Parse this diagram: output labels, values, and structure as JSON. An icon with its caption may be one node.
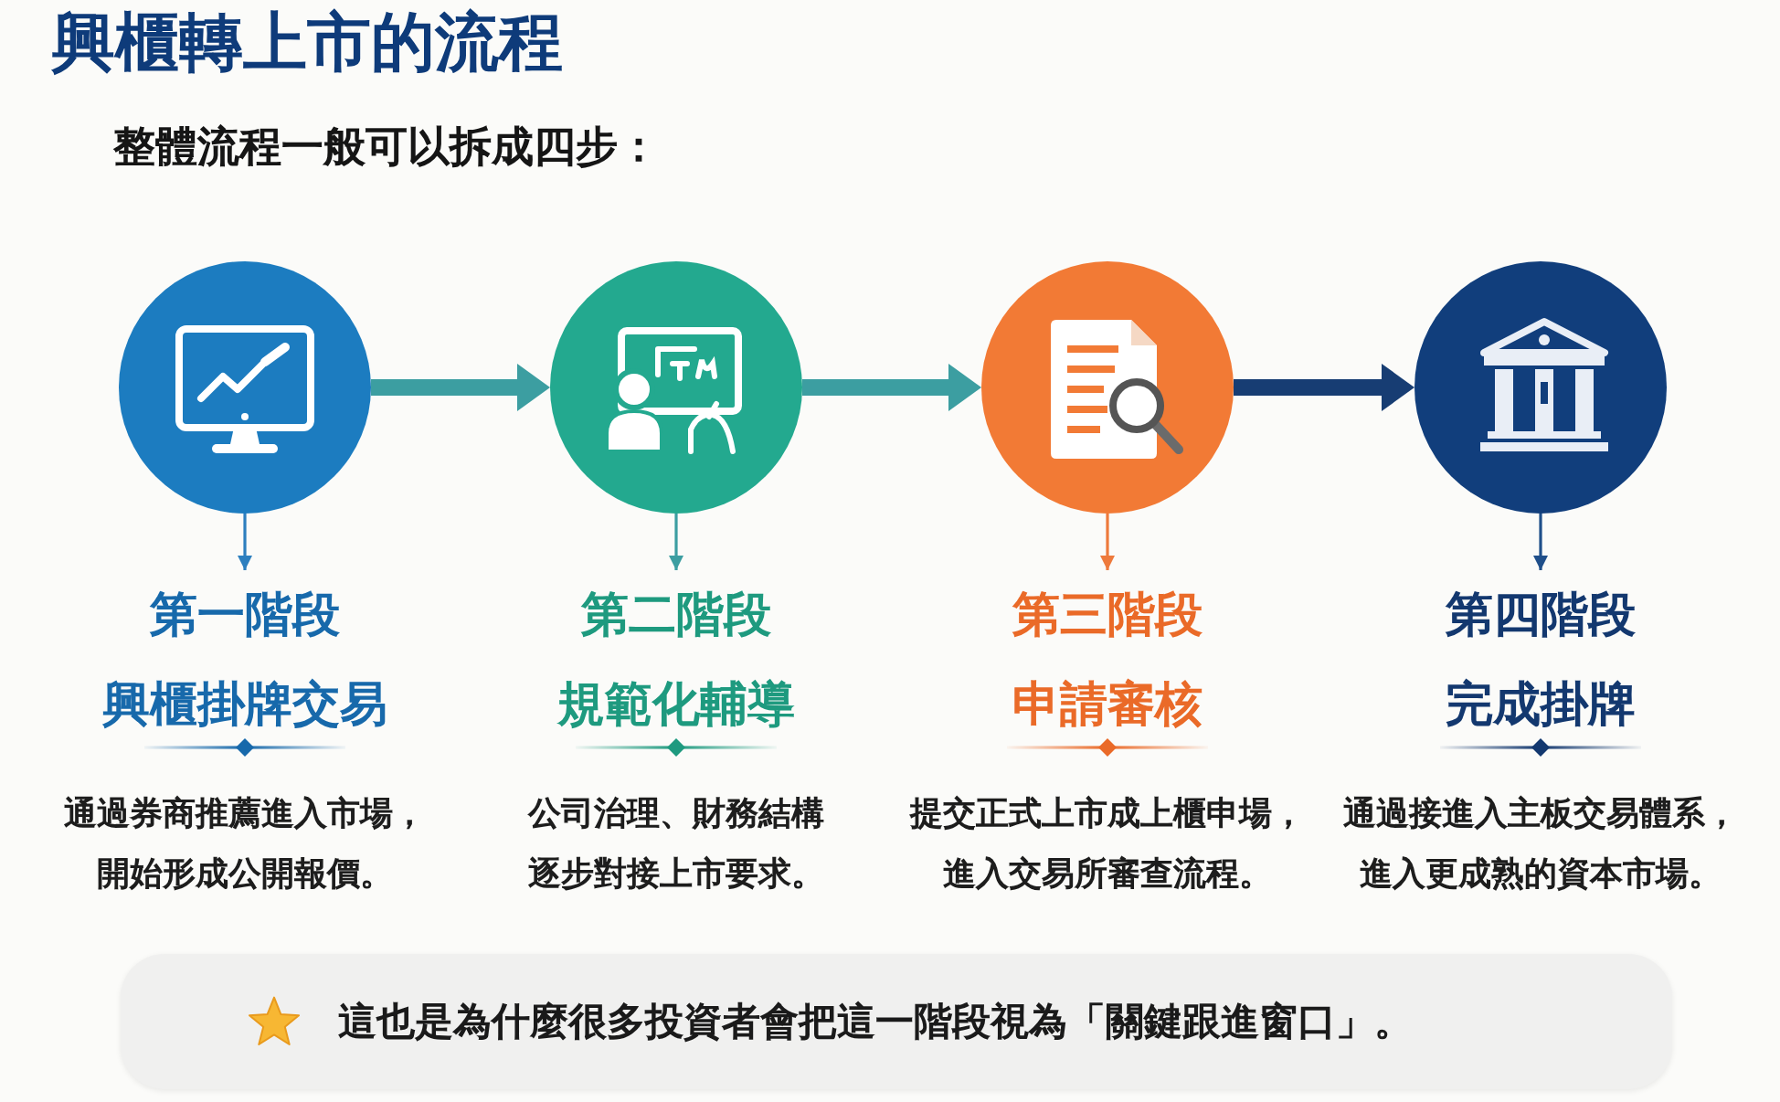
{
  "diagram": {
    "title": "興櫃轉上市的流程",
    "nodes": [
      {
        "text": [],
        "shape": "circle"
      },
      {
        "text": [],
        "shape": "circle"
      },
      {
        "text": [],
        "shape": "circle"
      },
      {
        "text": [],
        "shape": "circle"
      },
      {
        "text": [
          "第一階段",
          "興櫃掛牌交易",
          "通過券商推薦進入市場，開始形成公開報價。"
        ]
      },
      {
        "text": [
          "第二階段",
          "規範化輔導",
          "公司治理、財務結構逐步對接上市要求。"
        ]
      },
      {
        "text": [
          "第三階段",
          "申請審核",
          "提交正式上市成上櫃申場，進入交易所審查流程。"
        ]
      },
      {
        "text": [
          "第四階段",
          "完成掛牌",
          "通過接進入主板交易體系，進入更成熟的資本市場。"
        ]
      },
      {
        "text": [
          "這也是為什麼很多投資者會把這一階段視為「關鍵跟進窗口」。"
        ]
      }
    ],
    "edges": [
      {
        "from": 0,
        "to": 1,
        "arrow": "to",
        "style": "thick"
      },
      {
        "from": 1,
        "to": 2,
        "arrow": "to",
        "style": "thick"
      },
      {
        "from": 2,
        "to": 3,
        "arrow": "to",
        "style": "thick",
        "color": "#173d73"
      },
      {
        "from": 0,
        "to": 4,
        "arrow": "to",
        "color": "#2d7fbf"
      },
      {
        "from": 1,
        "to": 5,
        "arrow": "to"
      },
      {
        "from": 2,
        "to": 6,
        "arrow": "to",
        "color": "#ee7a3c"
      },
      {
        "from": 3,
        "to": 7,
        "arrow": "to",
        "color": "#1f4f8a"
      }
    ],
    "labels": [
      "整體流程一般可以拆成四步："
    ]
  }
}
